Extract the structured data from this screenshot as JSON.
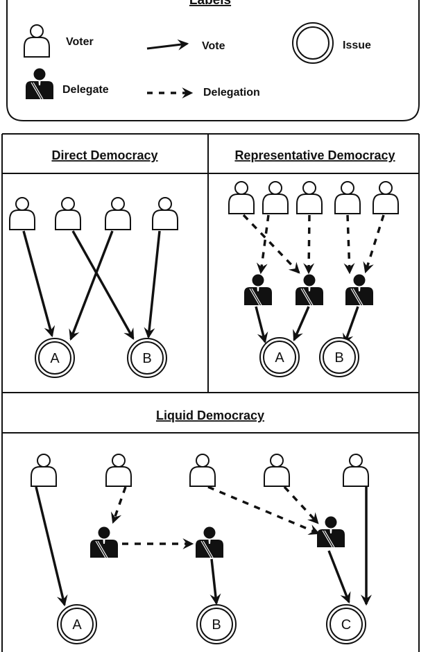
{
  "legend": {
    "title": "Labels",
    "items": [
      {
        "key": "voter",
        "label": "Voter"
      },
      {
        "key": "vote",
        "label": "Vote"
      },
      {
        "key": "issue",
        "label": "Issue"
      },
      {
        "key": "delegate",
        "label": "Delegate"
      },
      {
        "key": "delegation",
        "label": "Delegation"
      }
    ]
  },
  "colors": {
    "stroke": "#111111",
    "background": "#ffffff"
  },
  "panels": [
    {
      "id": "direct",
      "title": "Direct Democracy",
      "voters": [
        "v1",
        "v2",
        "v3",
        "v4"
      ],
      "delegates": [],
      "issues": [
        {
          "id": "A",
          "label": "A"
        },
        {
          "id": "B",
          "label": "B"
        }
      ],
      "edges": [
        {
          "from": "v1",
          "to": "A",
          "type": "vote"
        },
        {
          "from": "v2",
          "to": "B",
          "type": "vote"
        },
        {
          "from": "v3",
          "to": "A",
          "type": "vote"
        },
        {
          "from": "v4",
          "to": "B",
          "type": "vote"
        }
      ]
    },
    {
      "id": "representative",
      "title": "Representative Democracy",
      "voters": [
        "v1",
        "v2",
        "v3",
        "v4",
        "v5"
      ],
      "delegates": [
        "d1",
        "d2",
        "d3"
      ],
      "issues": [
        {
          "id": "A",
          "label": "A"
        },
        {
          "id": "B",
          "label": "B"
        }
      ],
      "edges": [
        {
          "from": "v1",
          "to": "d2",
          "type": "delegation"
        },
        {
          "from": "v2",
          "to": "d1",
          "type": "delegation"
        },
        {
          "from": "v3",
          "to": "d2",
          "type": "delegation"
        },
        {
          "from": "v4",
          "to": "d3",
          "type": "delegation"
        },
        {
          "from": "v5",
          "to": "d3",
          "type": "delegation"
        },
        {
          "from": "d1",
          "to": "A",
          "type": "vote"
        },
        {
          "from": "d2",
          "to": "A",
          "type": "vote"
        },
        {
          "from": "d3",
          "to": "B",
          "type": "vote"
        }
      ]
    },
    {
      "id": "liquid",
      "title": "Liquid Democracy",
      "voters": [
        "v1",
        "v2",
        "v3",
        "v4",
        "v5"
      ],
      "delegates": [
        "d1",
        "d2",
        "d3"
      ],
      "issues": [
        {
          "id": "A",
          "label": "A"
        },
        {
          "id": "B",
          "label": "B"
        },
        {
          "id": "C",
          "label": "C"
        }
      ],
      "edges": [
        {
          "from": "v1",
          "to": "A",
          "type": "vote"
        },
        {
          "from": "v2",
          "to": "d1",
          "type": "delegation"
        },
        {
          "from": "d1",
          "to": "d2",
          "type": "delegation"
        },
        {
          "from": "d2",
          "to": "B",
          "type": "vote"
        },
        {
          "from": "v3",
          "to": "d3",
          "type": "delegation"
        },
        {
          "from": "v4",
          "to": "d3",
          "type": "delegation"
        },
        {
          "from": "d3",
          "to": "C",
          "type": "vote"
        },
        {
          "from": "v5",
          "to": "C",
          "type": "vote"
        }
      ]
    }
  ]
}
